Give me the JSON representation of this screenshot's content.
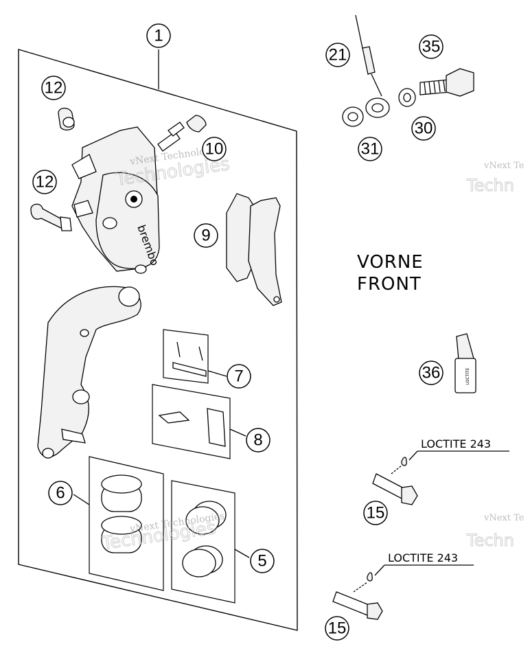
{
  "labels": {
    "front_de": "VORNE",
    "front_en": "FRONT",
    "loctite_1": "LOCTITE 243",
    "loctite_2": "LOCTITE 243",
    "caliper_brand": "brembo",
    "loctite_tube": "LOCTITE"
  },
  "watermark": {
    "line1": "vNext Technologies",
    "line2": "Technologies",
    "line3": "vNext Te",
    "line4": "Techn"
  },
  "callouts": {
    "c1": "1",
    "c12a": "12",
    "c12b": "12",
    "c10": "10",
    "c9": "9",
    "c7": "7",
    "c8": "8",
    "c6": "6",
    "c5": "5",
    "c21": "21",
    "c35": "35",
    "c30": "30",
    "c31": "31",
    "c36": "36",
    "c15a": "15",
    "c15b": "15"
  }
}
